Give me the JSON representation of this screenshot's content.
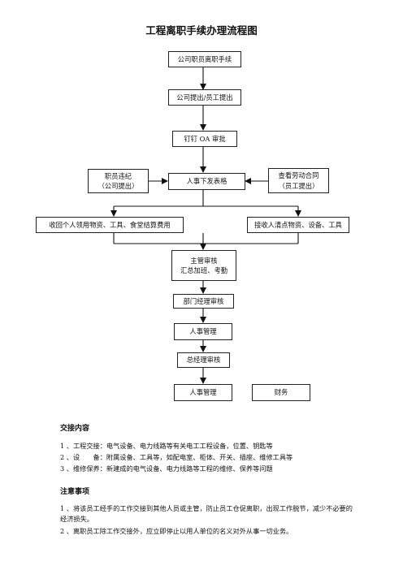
{
  "title": "工程离职手续办理流程图",
  "flow": {
    "step1": "公司职员离职手续",
    "step2": "公司提出/员工提出",
    "step3": "钉钉 OA 审批",
    "side_left_line1": "职员违纪",
    "side_left_line2": "（公司提出）",
    "center": "人事下发表格",
    "side_right_line1": "查看劳动合同",
    "side_right_line2": "（员工提出）",
    "row_left": "收回个人领用物资、工具、食堂结算费用",
    "row_right": "接收人清点物资、设备、工具",
    "review_line1": "主管审核",
    "review_line2": "汇总加班、考勤",
    "dept_mgr": "部门经理审核",
    "hr1": "人事管理",
    "gm": "总经理审核",
    "hr2": "人事管理",
    "finance": "财务"
  },
  "handover": {
    "heading": "交接内容",
    "items": [
      "1 、工程交接：电气设备、电力线路等有关电工工程设备，位置、钥匙等",
      "2 、设　　备：附属设备、工具等，如配电室、柜体、开关、插座、维修工具等",
      "3 、维修保养：新建成的电气设备、电力线路等工程的维修、保养等问题"
    ]
  },
  "notes": {
    "heading": "注意事项",
    "items": [
      "1 、将该员工经手的工作交接到其他人员或主管，防止员工仓促离职，出现工作脱节，减少不必要的经济损失。",
      "2 、离职员工除工作交接外，应立即停止以用人单位的名义对外从事一切业务。"
    ]
  }
}
